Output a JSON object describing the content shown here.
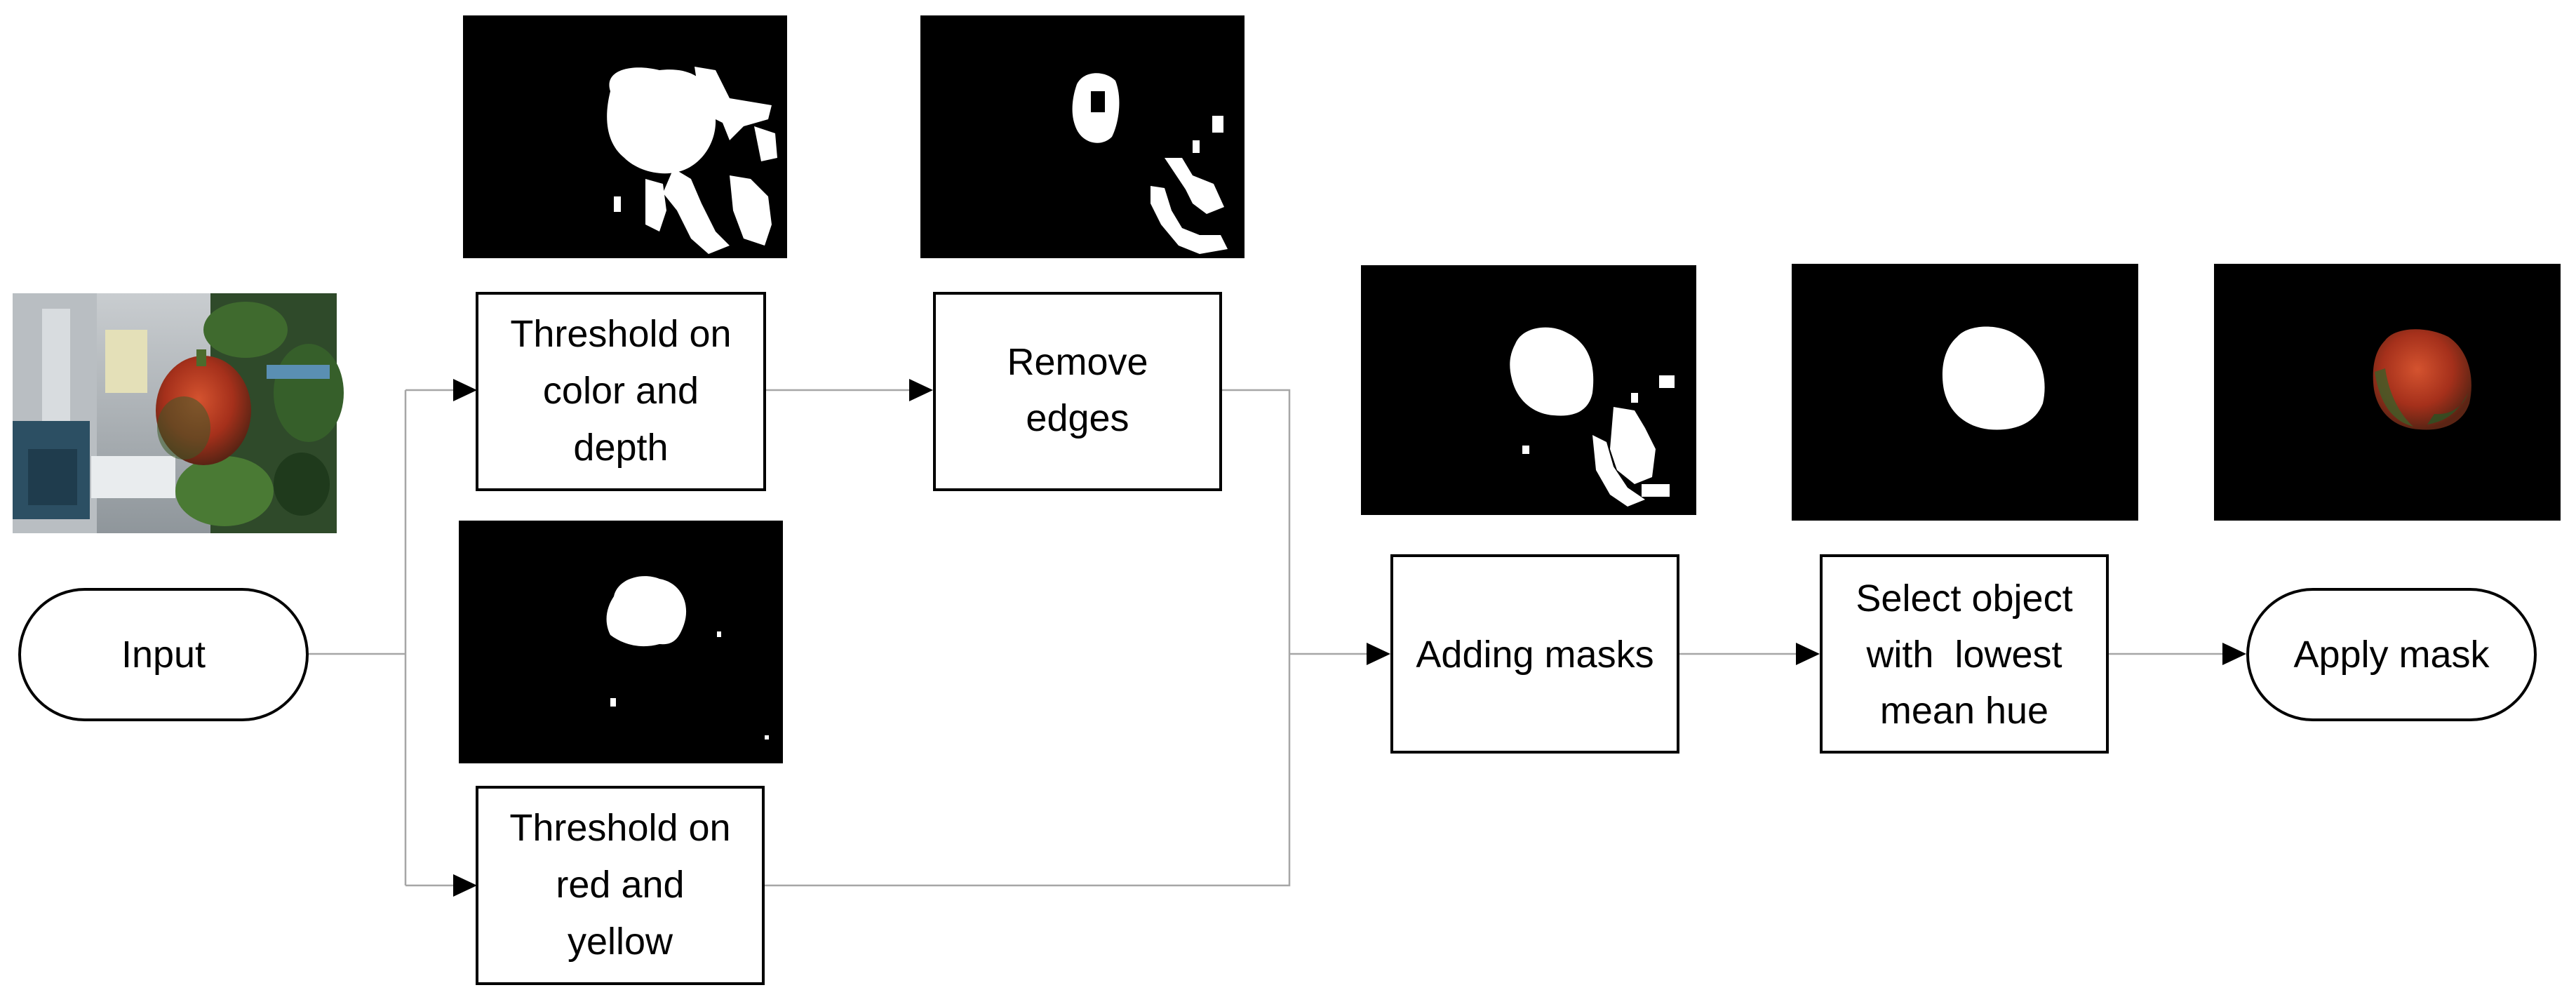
{
  "nodes": {
    "input": {
      "label": "Input"
    },
    "threshold_color_depth": {
      "lines": [
        "Threshold on",
        "color and",
        "depth"
      ]
    },
    "remove_edges": {
      "lines": [
        "Remove",
        "edges"
      ]
    },
    "threshold_red_yellow": {
      "lines": [
        "Threshold on",
        "red and",
        "yellow"
      ]
    },
    "adding_masks": {
      "label": "Adding masks"
    },
    "select_object": {
      "lines": [
        "Select object",
        "with  lowest",
        "mean hue"
      ]
    },
    "apply_mask": {
      "label": "Apply mask"
    }
  },
  "images": {
    "input_photo": "pepper-photo",
    "mask_color_depth": "binary-mask",
    "mask_remove_edges": "binary-mask",
    "mask_red_yellow": "binary-mask",
    "mask_added": "binary-mask",
    "mask_selected": "binary-mask",
    "masked_output": "masked-pepper"
  },
  "colors": {
    "connector": "#a6a6a6",
    "box_stroke": "#000000",
    "mask_background": "#000000",
    "mask_foreground": "#ffffff",
    "pepper_red": "#b83a22",
    "leaf_green": "#3f6a2e"
  }
}
